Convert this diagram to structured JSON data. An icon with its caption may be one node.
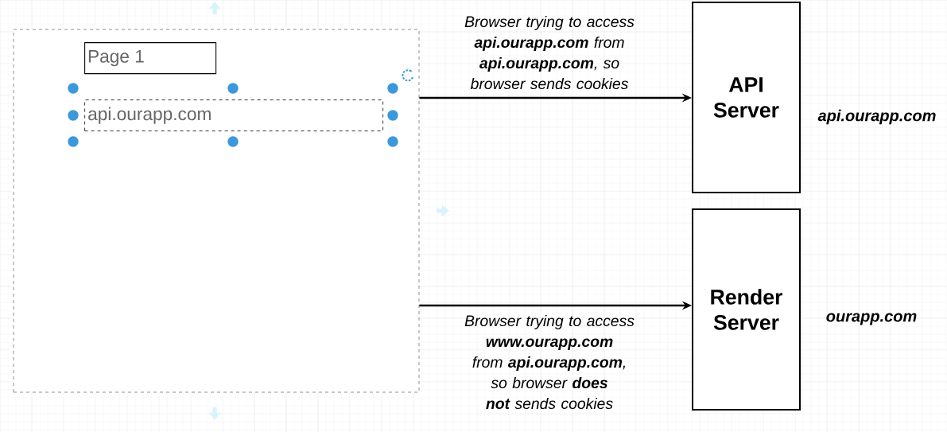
{
  "diagram": {
    "nodes": [
      {
        "text": [],
        "shape": "box"
      },
      {
        "text": [
          "Page 1"
        ],
        "in": 0
      },
      {
        "text": [
          "api.ourapp.com"
        ],
        "in": 0
      },
      {
        "text": [
          "API Server"
        ],
        "beside": [
          "api.ourapp.com"
        ]
      },
      {
        "text": [
          "Render Server"
        ],
        "beside": [
          "ourapp.com"
        ]
      }
    ],
    "edges": [
      {
        "from": 0,
        "to": 3,
        "arrow": "to",
        "label": "Browser trying to access **api.ourapp.com** from **api.ourapp.com**, so browser sends cookies"
      },
      {
        "from": 0,
        "to": 4,
        "arrow": "to",
        "label": "Browser trying to access **www.ourapp.com** from **api.ourapp.com**, so browser **does not** sends cookies"
      }
    ]
  }
}
